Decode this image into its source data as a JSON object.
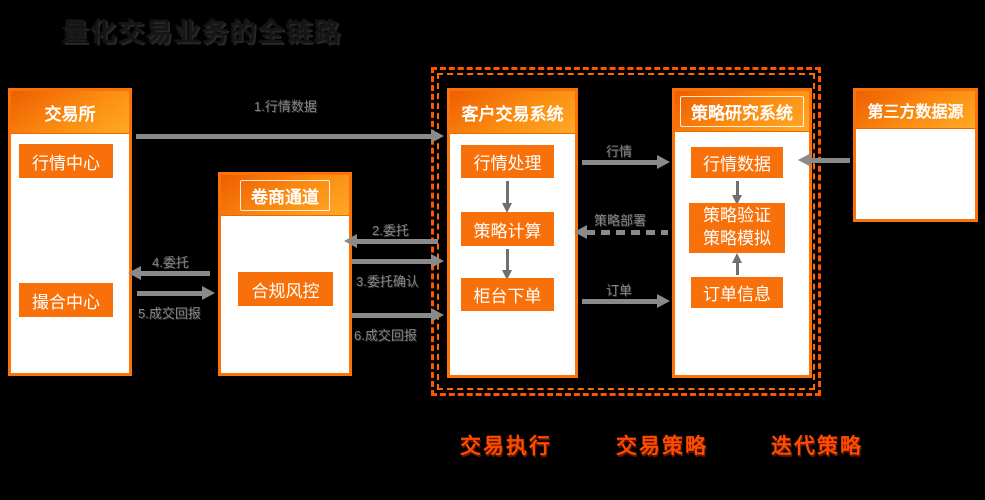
{
  "title": "量化交易业务的全链路",
  "boxes": {
    "exchange": {
      "title": "交易所",
      "items": [
        "行情中心",
        "撮合中心"
      ]
    },
    "broker": {
      "title": "卷商通道",
      "items": [
        "合规风控"
      ]
    },
    "client": {
      "title": "客户交易系统",
      "items": [
        "行情处理",
        "策略计算",
        "柜台下单"
      ]
    },
    "research": {
      "title": "策略研究系统",
      "items": [
        "行情数据",
        "策略验证",
        "策略模拟",
        "订单信息"
      ]
    },
    "thirdparty": {
      "title": "第三方数据源"
    }
  },
  "arrow_labels": {
    "l1": "1.行情数据",
    "l2": "2.委托",
    "l3": "3.委托确认",
    "l4": "4.委托",
    "l5": "5.成交回报",
    "l6": "6.成交回报",
    "quote": "行情",
    "deploy": "策略部署",
    "order": "订单"
  },
  "footer": {
    "labels": [
      "交易执行",
      "交易策略",
      "迭代策略"
    ]
  },
  "colors": {
    "accent": "#f9730a",
    "dashed_border": "#ff5400",
    "arrow": "#8a8a8a",
    "footer_text": "#ff4b00"
  }
}
